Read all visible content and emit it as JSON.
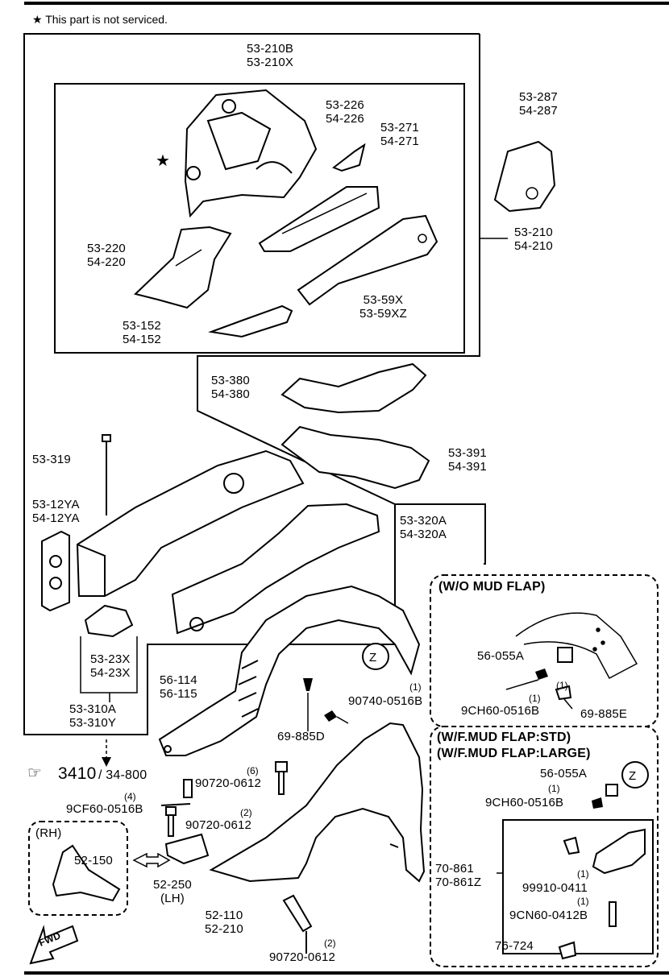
{
  "note": "★ This part is not serviced.",
  "labels": {
    "l_210b": "53-210B\n53-210X",
    "l_226": "53-226\n54-226",
    "l_271": "53-271\n54-271",
    "l_287": "53-287\n54-287",
    "l_210": "53-210\n54-210",
    "l_220": "53-220\n54-220",
    "l_59x": "53-59X\n53-59XZ",
    "l_152": "53-152\n54-152",
    "l_380": "53-380\n54-380",
    "l_391": "53-391\n54-391",
    "l_319": "53-319",
    "l_12ya": "53-12YA\n54-12YA",
    "l_320a": "53-320A\n54-320A",
    "l_23x": "53-23X\n54-23X",
    "l_310a": "53-310A\n53-310Y",
    "l_114": "56-114\n56-115",
    "l_90740": "90740-0516B",
    "l_885d": "69-885D",
    "l_3410": "3410",
    "l_34800": "/ 34-800",
    "l_90720a": "90720-0612",
    "l_9cf60": "9CF60-0516B",
    "l_90720b": "90720-0612",
    "l_rh": "(RH)",
    "l_52150": "52-150",
    "l_52250": "52-250\n(LH)",
    "l_52110": "52-110\n52-210",
    "l_90720c": "90720-0612",
    "l_womf": "(W/O MUD FLAP)",
    "l_56055a": "56-055A",
    "l_9ch60a": "9CH60-0516B",
    "l_885e": "69-885E",
    "l_wfmf": "(W/F.MUD FLAP:STD)\n(W/F.MUD FLAP:LARGE)",
    "l_56055b": "56-055A",
    "l_9ch60b": "9CH60-0516B",
    "l_70861": "70-861\n70-861Z",
    "l_99910": "99910-0411",
    "l_9cn60": "9CN60-0412B",
    "l_76724": "76-724",
    "l_fwd": "FWD",
    "l_z1": "Z",
    "l_z2": "Z"
  },
  "quantities": {
    "q_90740": "(1)",
    "q_90720a": "(6)",
    "q_9cf60": "(4)",
    "q_90720b": "(2)",
    "q_90720c": "(2)",
    "q_9ch60a": "(1)",
    "q_885e": "(1)",
    "q_9ch60b": "(1)",
    "q_99910": "(1)",
    "q_9cn60": "(1)"
  }
}
